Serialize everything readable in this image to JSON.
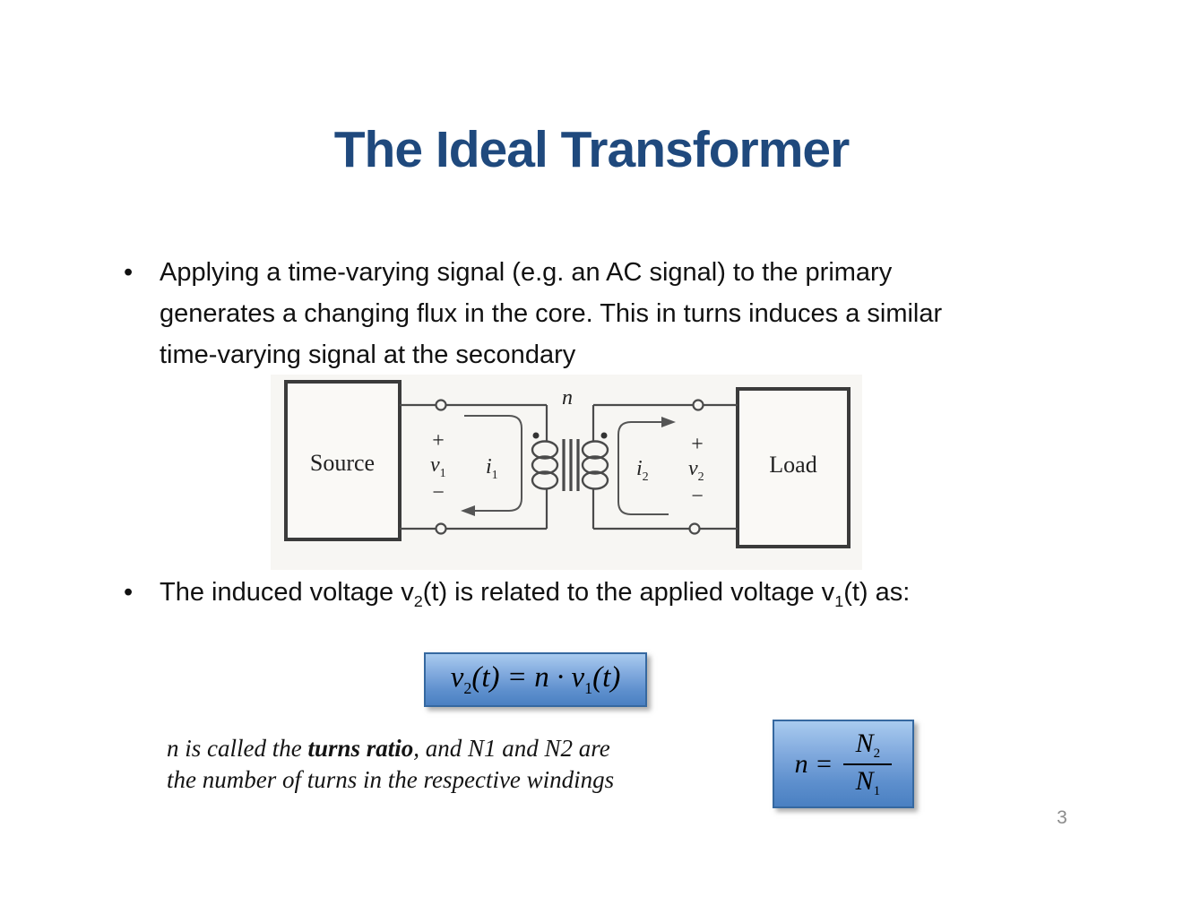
{
  "slide": {
    "title": "The Ideal Transformer",
    "page_number": "3"
  },
  "bullet1": {
    "marker": "•",
    "lines": [
      "Applying a time-varying signal (e.g. an AC signal) to the primary",
      "generates a changing flux in the core. This in turns induces a similar",
      "time-varying signal at the secondary"
    ]
  },
  "bullet2": {
    "marker": "•",
    "seg1": "The induced voltage v",
    "sub1": "2",
    "seg2": "(t) is related to the applied voltage v",
    "sub2": "1",
    "seg3": "(t) as:"
  },
  "diagram": {
    "source_label": "Source",
    "load_label": "Load",
    "n_label": "n",
    "plus": "+",
    "minus": "−",
    "v1": "v",
    "v1_sub": "1",
    "i1": "i",
    "i1_sub": "1",
    "i2": "i",
    "i2_sub": "2",
    "v2": "v",
    "v2_sub": "2"
  },
  "formula1": {
    "p1": "v",
    "s1": "2",
    "p2": "(t) = n · v",
    "s2": "1",
    "p3": "(t)"
  },
  "formula2": {
    "lhs": "n =",
    "num": "N",
    "num_sub": "2",
    "den": "N",
    "den_sub": "1"
  },
  "note": {
    "seg1": "n is called the ",
    "bold": "turns ratio",
    "seg2": ", and N1 and N2 are",
    "line2": "the number of turns in the respective windings"
  },
  "colors": {
    "title_blue": "#1F497D",
    "formula_box_top": "#a9cbef",
    "formula_box_bottom": "#4a80c2",
    "formula_box_border": "#3568a0",
    "page_number_gray": "#8c8c8c"
  }
}
